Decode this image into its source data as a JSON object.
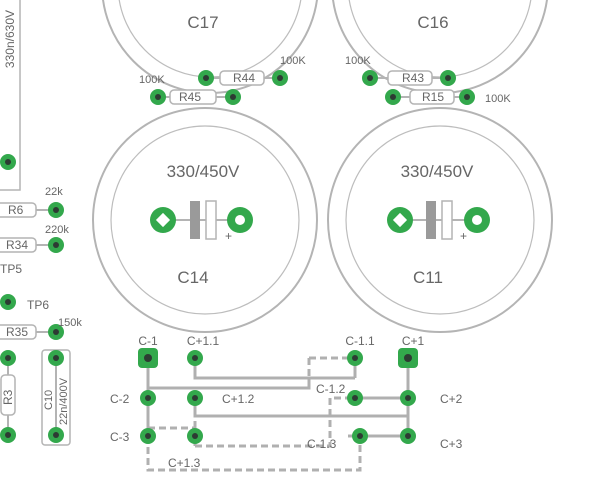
{
  "board": {
    "top_capacitors": [
      {
        "ref": "C17"
      },
      {
        "ref": "C16"
      }
    ],
    "bulk_capacitors": [
      {
        "ref": "C14",
        "value": "330/450V",
        "polarity": "+"
      },
      {
        "ref": "C11",
        "value": "330/450V",
        "polarity": "+"
      }
    ],
    "left_cap_fragment": "330n/630V",
    "resistors": [
      {
        "ref": "R44",
        "value": "100K"
      },
      {
        "ref": "R45",
        "value": "100K"
      },
      {
        "ref": "R43",
        "value": "100K"
      },
      {
        "ref": "R15",
        "value": "100K"
      },
      {
        "ref": "R6",
        "value": "22k"
      },
      {
        "ref": "R34",
        "value": "220k"
      },
      {
        "ref": "R35",
        "value": "150k"
      },
      {
        "ref": "R3",
        "value": ""
      }
    ],
    "test_points": [
      "TP5",
      "TP6"
    ],
    "c10": {
      "ref": "C10",
      "value": "22n/400V"
    },
    "connectors": {
      "left_row_labels": [
        "C-2",
        "C-3"
      ],
      "right_row_labels": [
        "C+2",
        "C+3"
      ],
      "top_left": [
        "C-1",
        "C+1.1"
      ],
      "top_right": [
        "C-1.1",
        "C+1"
      ],
      "trace_labels": [
        "C+1.2",
        "C-1.2",
        "C-1.3",
        "C+1.3"
      ]
    }
  },
  "colors": {
    "pad": "#33a84c",
    "silk": "#b4b4b4",
    "text": "#666666"
  }
}
